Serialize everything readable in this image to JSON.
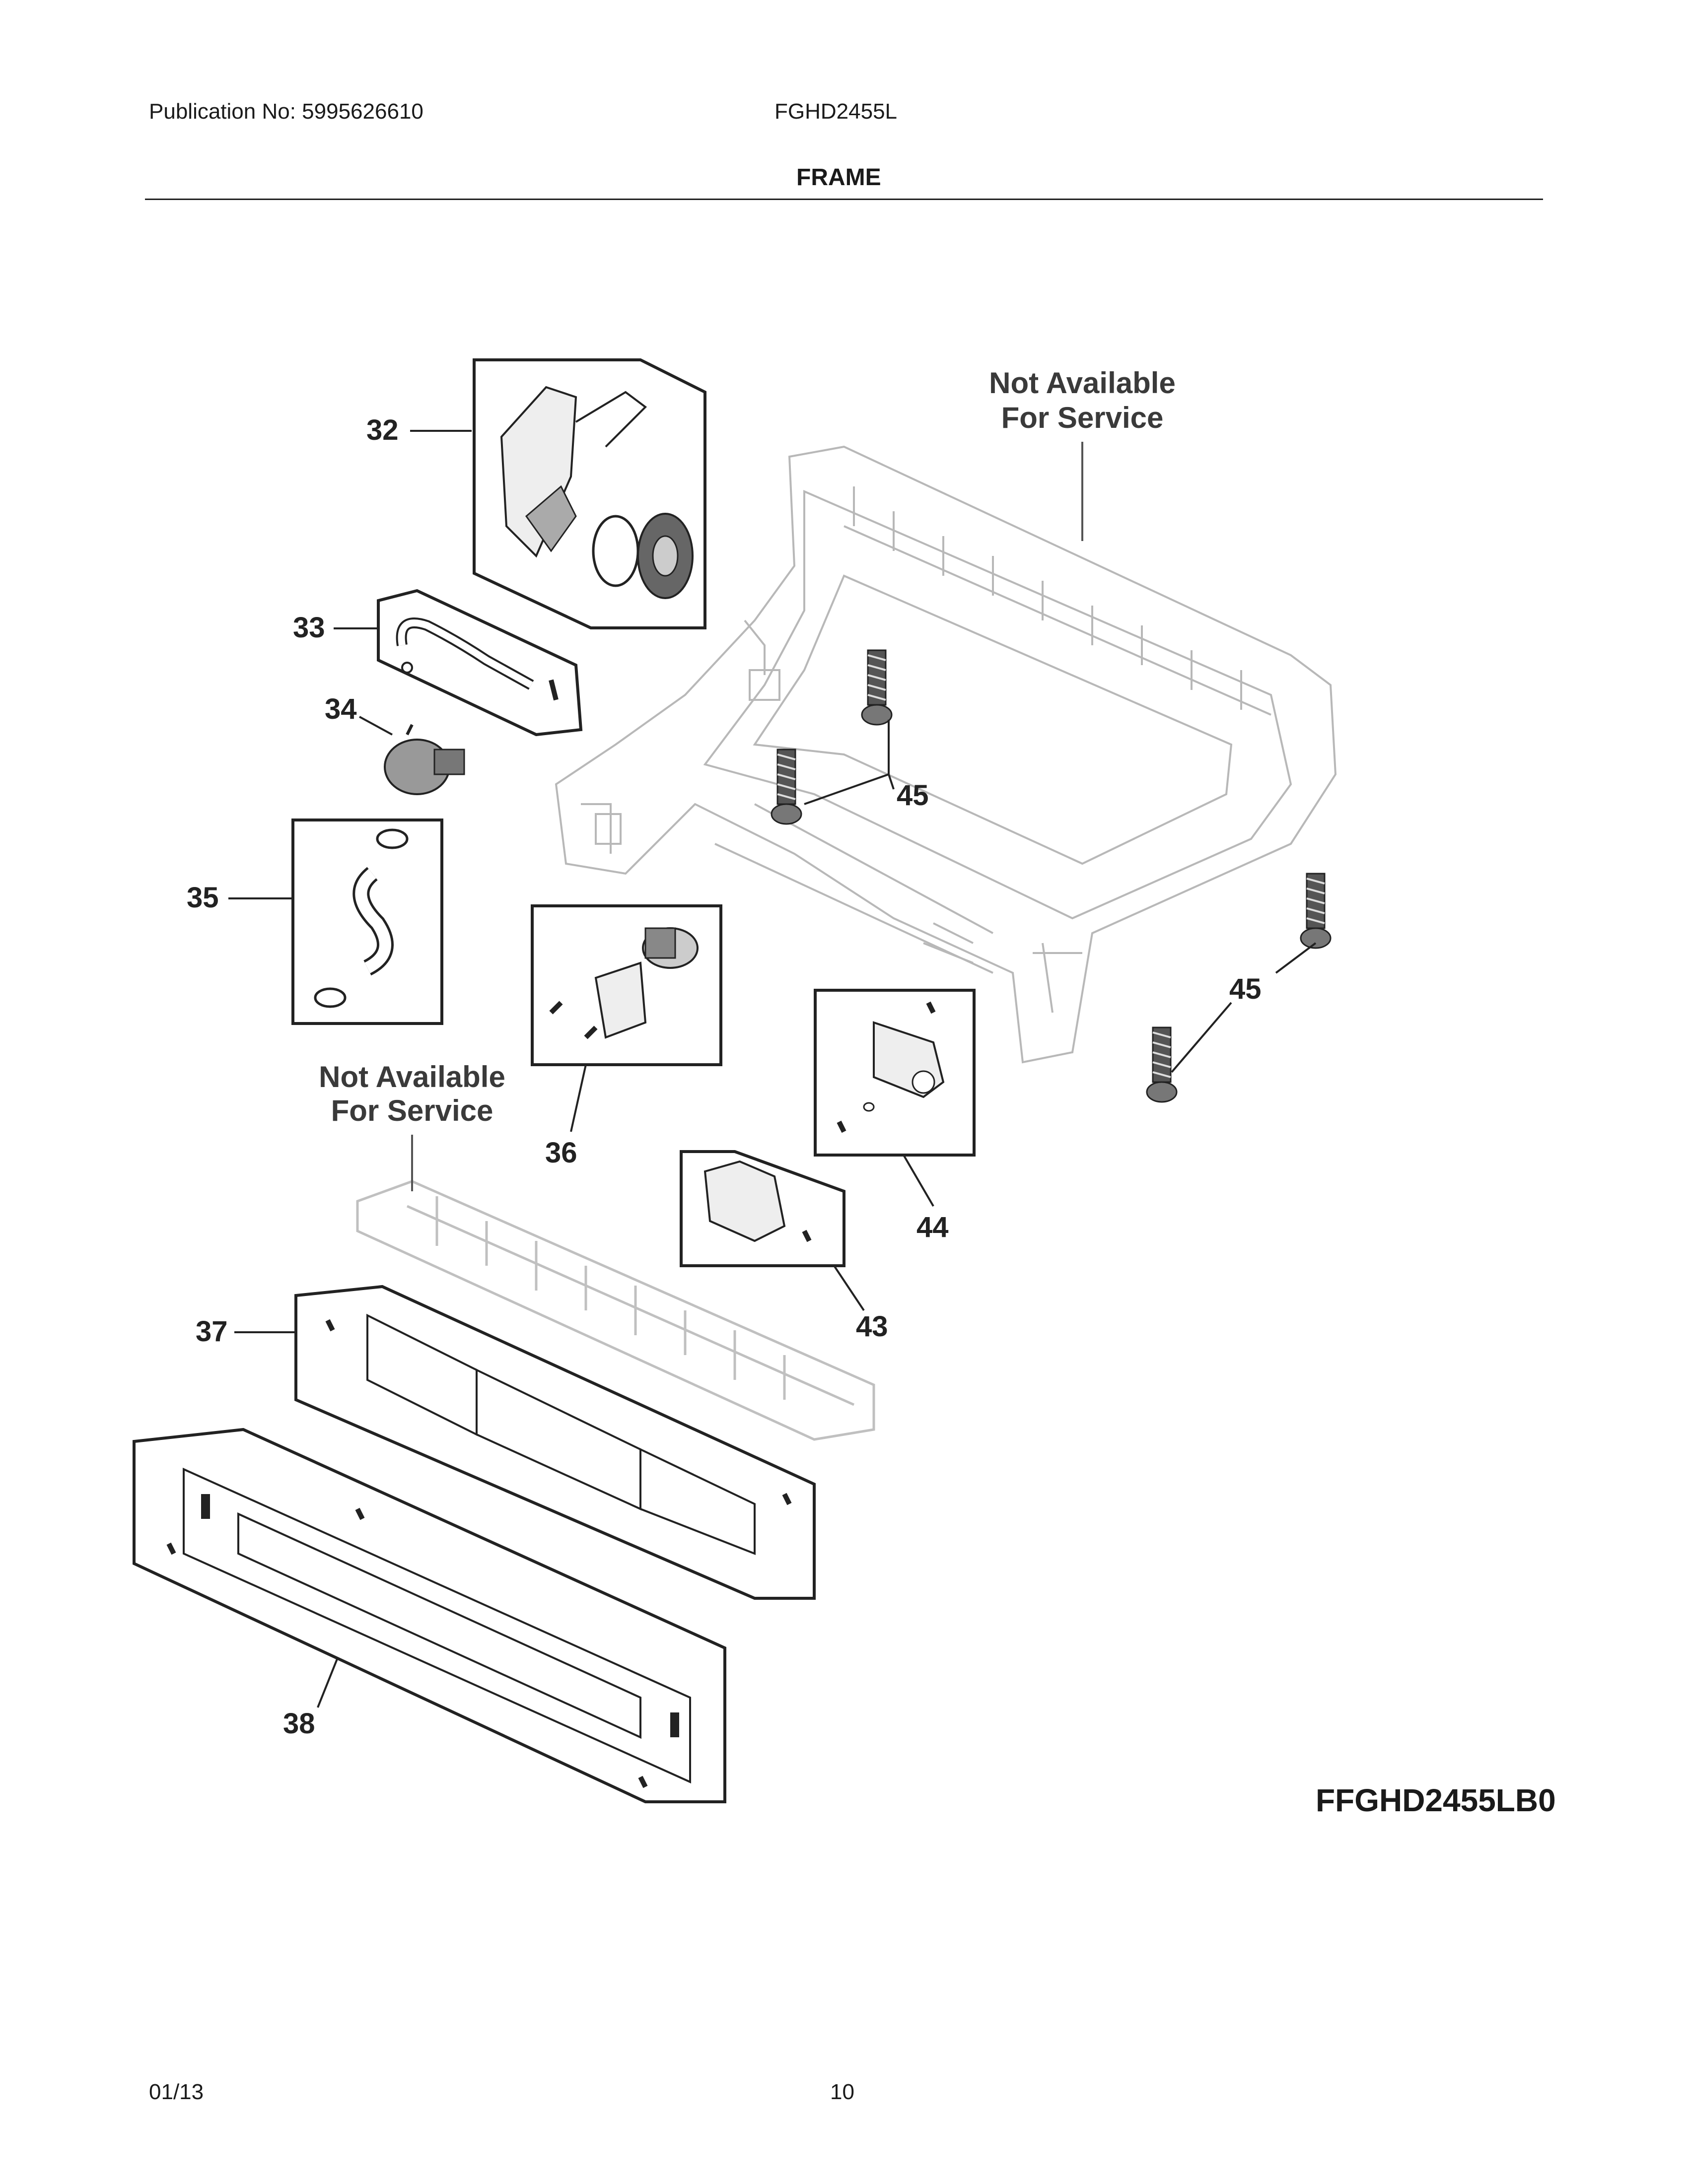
{
  "header": {
    "publication": "Publication No: 5995626610",
    "model": "FGHD2455L",
    "section_title": "FRAME"
  },
  "callouts": {
    "c32": "32",
    "c33": "33",
    "c34": "34",
    "c35": "35",
    "c36": "36",
    "c37": "37",
    "c38": "38",
    "c43": "43",
    "c44": "44",
    "c45a": "45",
    "c45b": "45"
  },
  "notes": {
    "frame_line1": "Not Available",
    "frame_line2": "For Service",
    "grille_line1": "Not Available",
    "grille_line2": "For Service"
  },
  "diagram_code": "FFGHD2455LB0",
  "footer": {
    "date": "01/13",
    "page": "10"
  }
}
